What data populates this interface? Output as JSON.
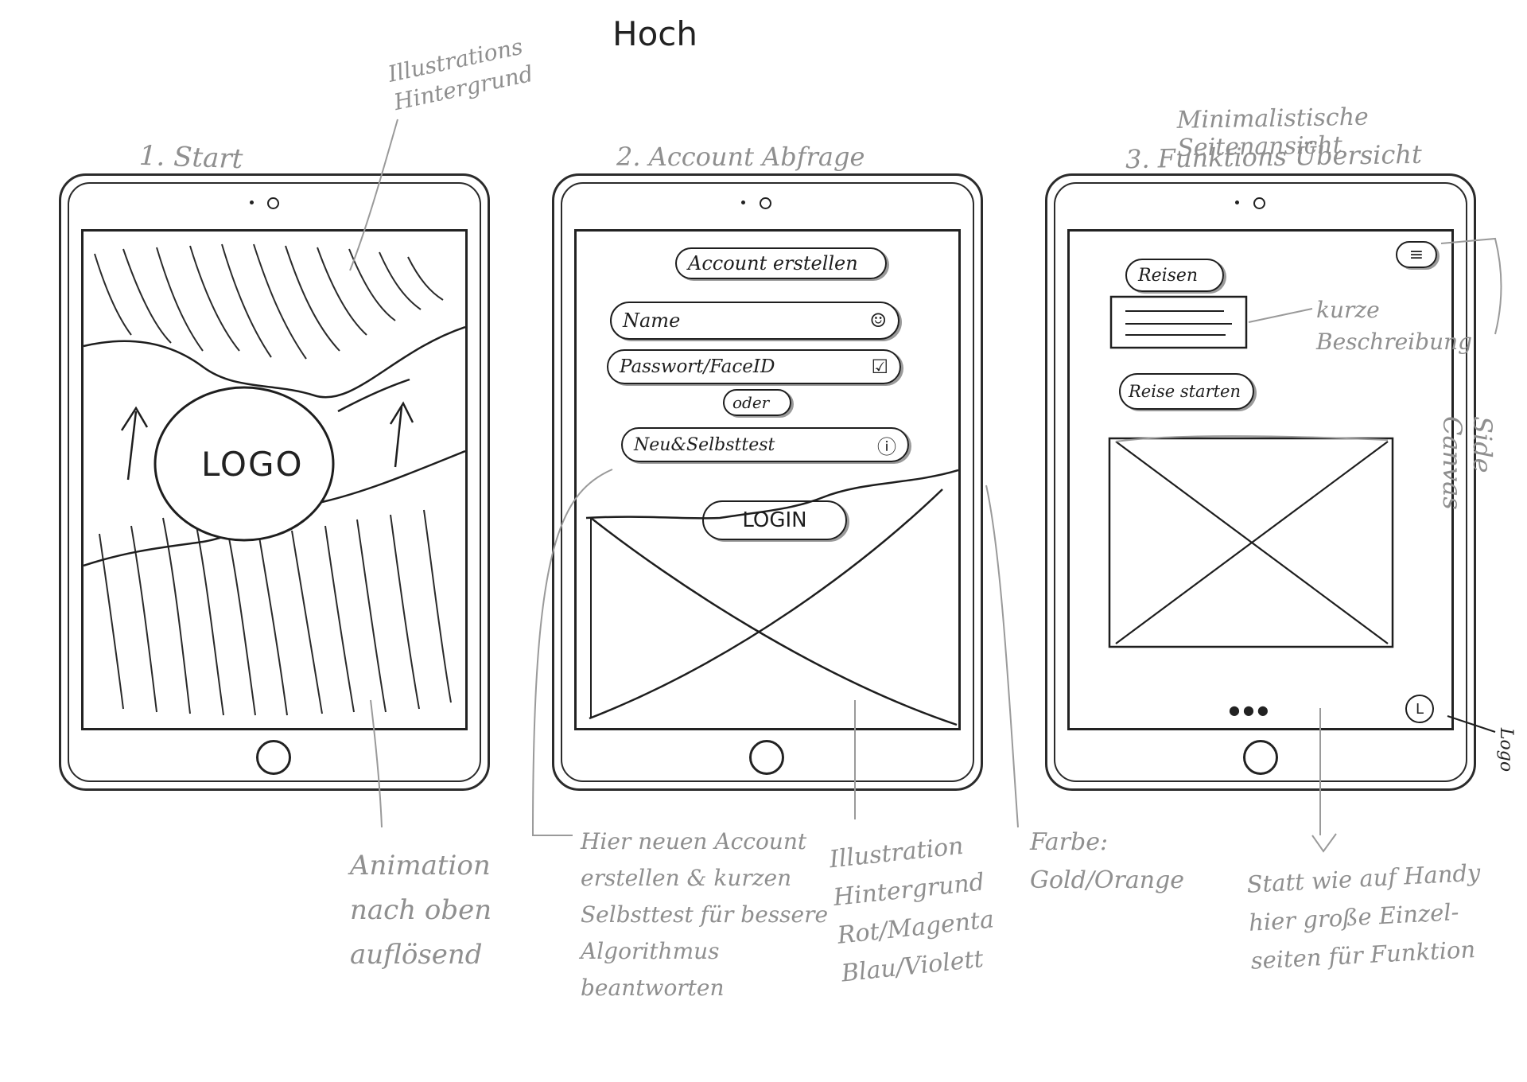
{
  "page": {
    "title": "Hoch"
  },
  "screens": [
    {
      "label": "1. Start",
      "logo_text": "LOGO",
      "notes": {
        "top": "Illustrations Hintergrund",
        "bottom": "Animation nach oben auflösend"
      }
    },
    {
      "label": "2. Account Abfrage",
      "create_button": "Account erstellen",
      "name_field": "Name",
      "password_field": "Passwort/FaceID",
      "or_label": "oder",
      "selftest_field": "Neu&Selbsttest",
      "login_button": "LOGIN",
      "notes": {
        "left": "Hier neuen Account erstellen & kurzen Selbsttest für bessere Algorithmus beantworten",
        "middle": "Illustration Hintergrund Rot/Magenta Blau/Violett",
        "right": "Farbe: Gold/Orange"
      }
    },
    {
      "label": "3. Funktions Übersicht",
      "header_note": "Minimalistische Seitenansicht",
      "travel_button": "Reisen",
      "description_note": "kurze Beschreibung",
      "start_button": "Reise starten",
      "logo_badge": "L",
      "side_note": "Side Canvas",
      "logo_note": "Logo",
      "bottom_note": "Statt wie auf Handy hier große Einzel-seiten für Funktion"
    }
  ],
  "icons": {
    "user": "user-icon",
    "check": "checkbox-icon",
    "info": "info-icon",
    "menu": "hamburger-menu-icon"
  }
}
